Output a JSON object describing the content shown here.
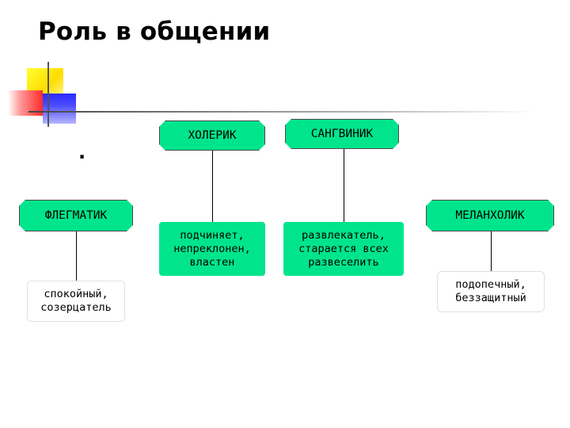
{
  "title": "Роль в общении",
  "bullet": ".",
  "nodes": {
    "choleric": "ХОЛЕРИК",
    "sanguine": "САНГВИНИК",
    "phlegmatic": "ФЛЕГМАТИК",
    "melancholic": "МЕЛАНХОЛИК",
    "choleric_desc": [
      "подчиняет,",
      "непреклонен,",
      "властен"
    ],
    "sanguine_desc": [
      "развлекатель,",
      "старается всех",
      "развеселить"
    ],
    "phlegmatic_desc": [
      "спокойный,",
      "созерцатель"
    ],
    "melancholic_desc": [
      "подопечный,",
      "беззащитный"
    ]
  },
  "colors": {
    "node_fill": "#00e58c",
    "deco_yellow": "#ffdd00",
    "deco_red": "#ff2a2a",
    "deco_blue": "#2a2aff"
  }
}
